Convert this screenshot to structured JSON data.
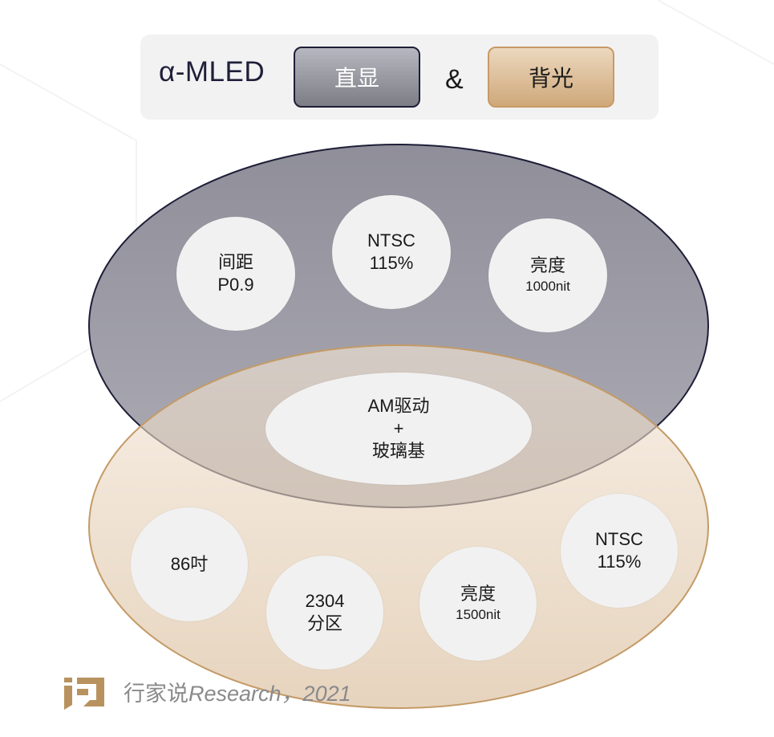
{
  "header": {
    "title": "α-MLED",
    "option_direct": "直显",
    "ampersand": "&",
    "option_backlight": "背光"
  },
  "direct_features": {
    "pitch": {
      "label": "间距",
      "value": "P0.9"
    },
    "gamut": {
      "label": "NTSC",
      "value": "115%"
    },
    "brightness": {
      "label": "亮度",
      "value": "1000nit"
    }
  },
  "shared_feature": {
    "line1": "AM驱动",
    "line2": "+",
    "line3": "玻璃基"
  },
  "backlight_features": {
    "size": {
      "label": "86吋"
    },
    "zones": {
      "label": "2304",
      "value": "分区"
    },
    "brightness": {
      "label": "亮度",
      "value": "1500nit"
    },
    "gamut": {
      "label": "NTSC",
      "value": "115%"
    }
  },
  "footer": {
    "source_cn": "行家说",
    "source_en": "Research，2021"
  },
  "colors": {
    "direct_fill": "#8e8d99",
    "direct_border": "#1e1e38",
    "backlight_fill": "#e9d5bc",
    "backlight_border": "#c49a66",
    "node_fill": "#f1f1f1",
    "logo": "#b8925e"
  }
}
